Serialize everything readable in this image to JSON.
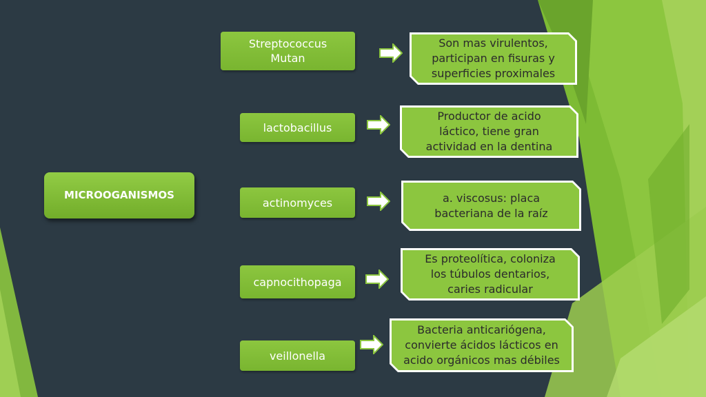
{
  "colors": {
    "background": "#2c3a44",
    "accent": "#8cc63f",
    "text": "#ffffff"
  },
  "diagram": {
    "root": {
      "label": "MICROOGANISMOS"
    },
    "items": [
      {
        "name": "Streptococcus\nMutan",
        "desc": "Son mas virulentos,\nparticipan en fisuras y\nsuperficies proximales"
      },
      {
        "name": "lactobacillus",
        "desc": "Productor de acido\nláctico, tiene gran\nactividad en la dentina"
      },
      {
        "name": "actinomyces",
        "desc": "a. viscosus: placa\nbacteriana de la raíz"
      },
      {
        "name": "capnocithopaga",
        "desc": "Es proteolítica, coloniza\nlos túbulos dentarios,\ncaries radicular"
      },
      {
        "name": "veillonella",
        "desc": "Bacteria anticariógena,\nconvierte ácidos lácticos en\nacido orgánicos mas débiles"
      }
    ]
  }
}
